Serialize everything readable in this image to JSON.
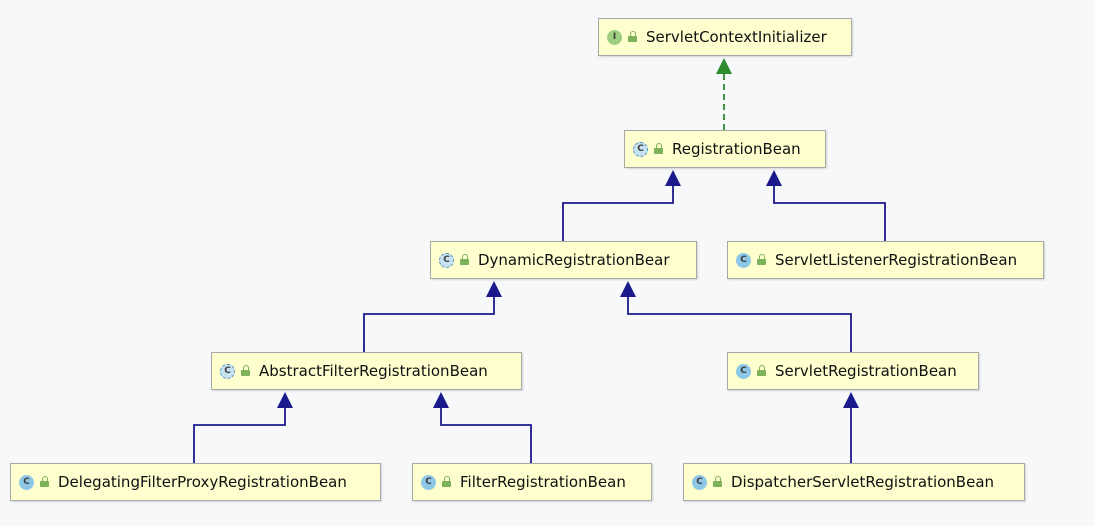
{
  "diagram": {
    "nodes": [
      {
        "id": "sci",
        "kind": "interface",
        "label": "ServletContextInitializer"
      },
      {
        "id": "rb",
        "kind": "abstract",
        "label": "RegistrationBean"
      },
      {
        "id": "drb",
        "kind": "abstract",
        "label": "DynamicRegistrationBear"
      },
      {
        "id": "slrb",
        "kind": "class",
        "label": "ServletListenerRegistrationBean"
      },
      {
        "id": "afrb",
        "kind": "abstract",
        "label": "AbstractFilterRegistrationBean"
      },
      {
        "id": "srb",
        "kind": "class",
        "label": "ServletRegistrationBean"
      },
      {
        "id": "dfprb",
        "kind": "class",
        "label": "DelegatingFilterProxyRegistrationBean"
      },
      {
        "id": "frb",
        "kind": "class",
        "label": "FilterRegistrationBean"
      },
      {
        "id": "dsrb",
        "kind": "class",
        "label": "DispatcherServletRegistrationBean"
      }
    ],
    "edges": [
      {
        "from": "rb",
        "to": "sci",
        "type": "implements"
      },
      {
        "from": "drb",
        "to": "rb",
        "type": "extends"
      },
      {
        "from": "slrb",
        "to": "rb",
        "type": "extends"
      },
      {
        "from": "afrb",
        "to": "drb",
        "type": "extends"
      },
      {
        "from": "srb",
        "to": "drb",
        "type": "extends"
      },
      {
        "from": "dfprb",
        "to": "afrb",
        "type": "extends"
      },
      {
        "from": "frb",
        "to": "afrb",
        "type": "extends"
      },
      {
        "from": "dsrb",
        "to": "srb",
        "type": "extends"
      }
    ],
    "colors": {
      "extends": "#1a1a8c",
      "implements": "#2e8b2e",
      "node_fill": "#fefece"
    },
    "icon_letters": {
      "class": "C",
      "abstract": "C",
      "interface": "I"
    }
  }
}
